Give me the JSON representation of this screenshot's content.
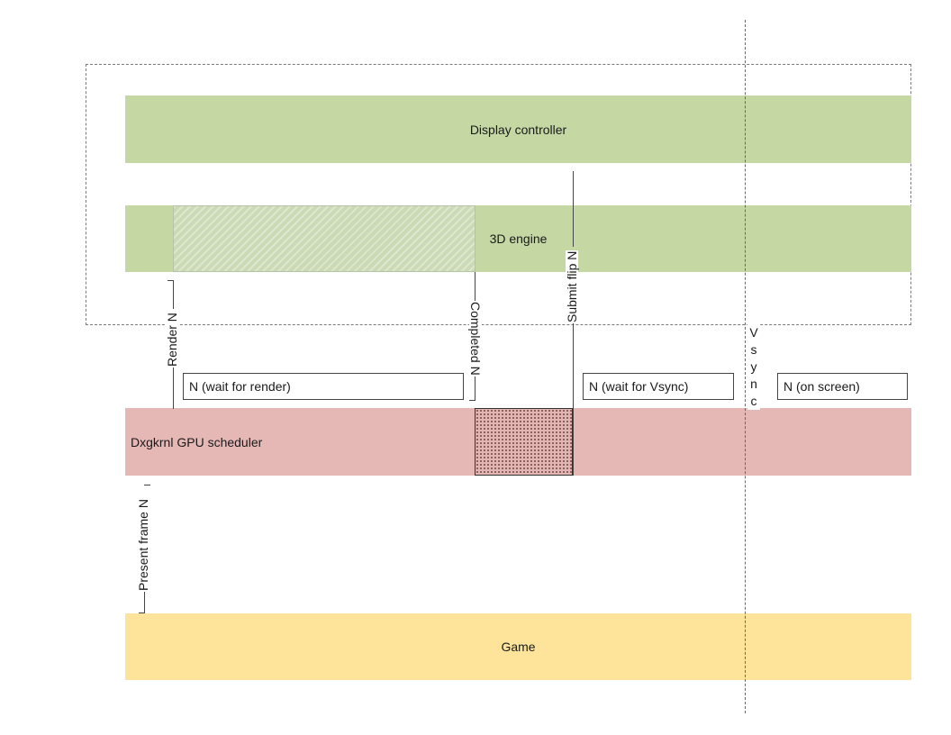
{
  "bands": {
    "display_controller": "Display controller",
    "engine_3d": "3D engine",
    "scheduler": "Dxgkrnl GPU scheduler",
    "game": "Game"
  },
  "events": {
    "render": "Render N",
    "completed": "Completed N",
    "submit_flip": "Submit flip N",
    "present_frame": "Present frame N",
    "vsync": [
      "V",
      "s",
      "y",
      "n",
      "c"
    ]
  },
  "states": {
    "wait_render": "N (wait for render)",
    "wait_vsync": "N (wait for Vsync)",
    "on_screen": "N (on screen)"
  },
  "colors": {
    "green_band": "#c5d7a3",
    "red_band": "#e5b8b5",
    "yellow_band": "#fde49a"
  }
}
